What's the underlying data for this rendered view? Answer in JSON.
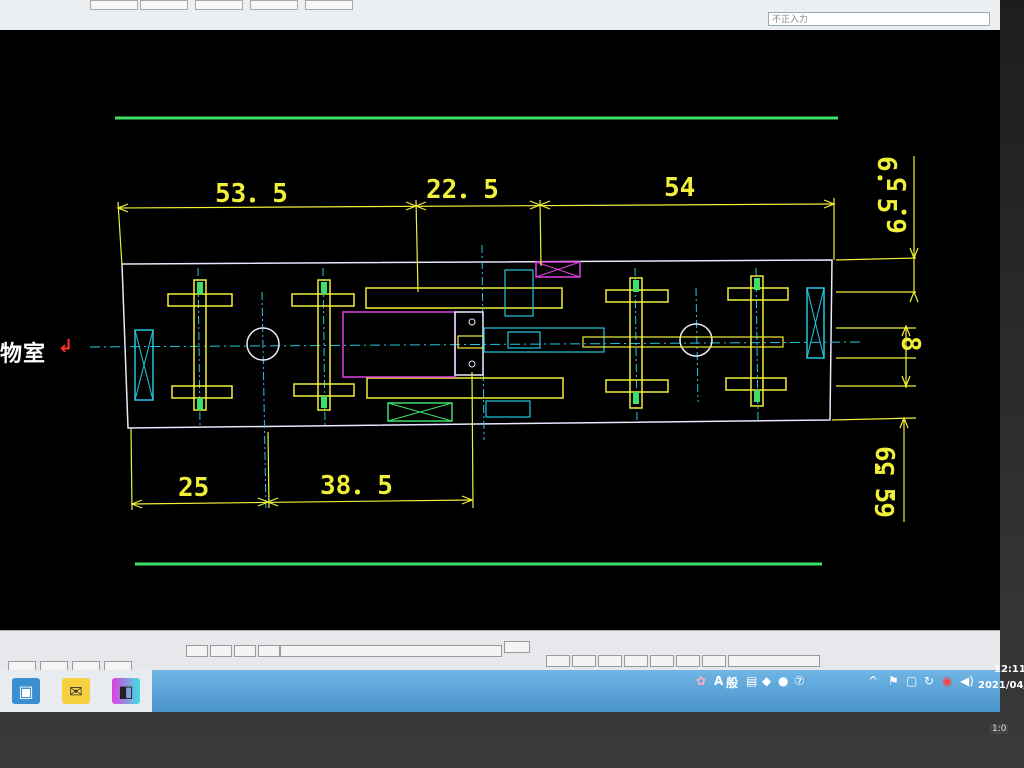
{
  "top_input_placeholder": "不正入力",
  "room_label": "物室",
  "room_arrow": "↲",
  "dimensions": {
    "top_left": "53．5",
    "top_mid": "22．5",
    "top_right": "54",
    "bottom_left": "25",
    "bottom_mid": "38．5",
    "right_top": "6．5",
    "right_top_rot": "6．5",
    "right_mid": "8",
    "right_bot": "6．5",
    "right_bot_rot": "6．5"
  },
  "tray": {
    "ime": "A",
    "ime2": "般",
    "time": "12:11",
    "date": "2021/04/"
  },
  "bezel_label": "1:0",
  "colors": {
    "dimension": "#f0f03a",
    "outline": "#ffffff",
    "centerline": "#22c8e0",
    "frame": "#3ee06a",
    "magenta": "#e040e0"
  }
}
